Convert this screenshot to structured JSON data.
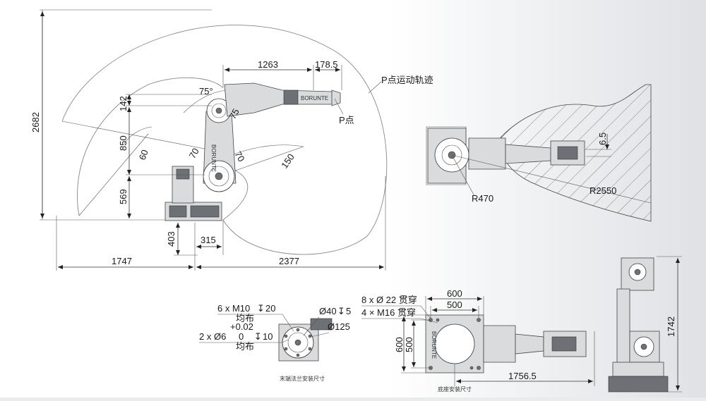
{
  "side_view": {
    "dims": {
      "reach_height": "2682",
      "d142": "142",
      "d850": "850",
      "d569": "569",
      "d1263": "1263",
      "d178_5": "178.5",
      "d403": "403",
      "d315": "315",
      "d1747": "1747",
      "d2377": "2377"
    },
    "angles": {
      "a75_top": "75°",
      "a75_mid": "75",
      "a60": "60",
      "a70_left": "70",
      "a70_right": "70",
      "a150": "150"
    },
    "labels": {
      "p_trajectory": "P点运动轨迹",
      "p_point": "P点"
    },
    "brand": "BORUNTE"
  },
  "top_view": {
    "dims": {
      "d6_5": "6.5",
      "r470": "R470",
      "r2550": "R2550"
    }
  },
  "flange_view": {
    "labels": {
      "m10": "6 x M10",
      "m10_depth": "20",
      "m10_even": "均布",
      "pin_tol_plus": "+0.02",
      "pin_count": "2 x Ø6",
      "pin_tol_zero": "0",
      "pin_depth": "10",
      "pin_even": "均布",
      "d40": "Ø40",
      "d40_depth": "5",
      "d125": "Ø125"
    },
    "caption": "末端法兰安装尺寸"
  },
  "base_view": {
    "labels": {
      "holes_22": "8 x Ø 22 贯穿",
      "holes_m16": "4 × M16 贯穿",
      "d600_top": "600",
      "d500_top": "500",
      "d600_left": "600",
      "d500_left": "500",
      "d1756_5": "1756.5"
    },
    "caption": "底座安装尺寸"
  },
  "front_view": {
    "dims": {
      "d1742": "1742"
    }
  }
}
